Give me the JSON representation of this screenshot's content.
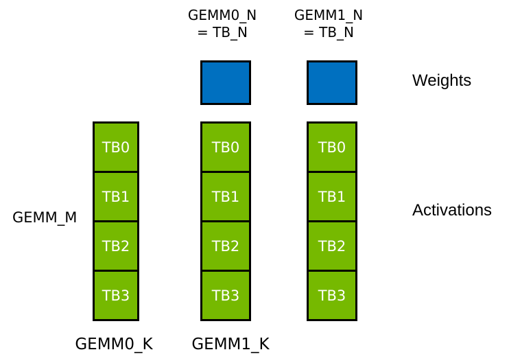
{
  "diagram": {
    "colors": {
      "background": "#FFFFFF",
      "weights": "#0070C0",
      "activations": "#76B900",
      "border": "#000000",
      "label": "#000000",
      "tb_text": "#FFFFFF"
    },
    "col_headers": [
      {
        "line1": "GEMM0_N",
        "line2": "= TB_N"
      },
      {
        "line1": "GEMM1_N",
        "line2": "= TB_N"
      }
    ],
    "side_labels": {
      "weights": "Weights",
      "activations": "Activations",
      "gemm_m": "GEMM_M"
    },
    "bottom_labels": [
      "GEMM0_K",
      "GEMM1_K"
    ],
    "columns": [
      {
        "blocks": [
          "TB0",
          "TB1",
          "TB2",
          "TB3"
        ]
      },
      {
        "blocks": [
          "TB0",
          "TB1",
          "TB2",
          "TB3"
        ]
      },
      {
        "blocks": [
          "TB0",
          "TB1",
          "TB2",
          "TB3"
        ]
      }
    ]
  }
}
